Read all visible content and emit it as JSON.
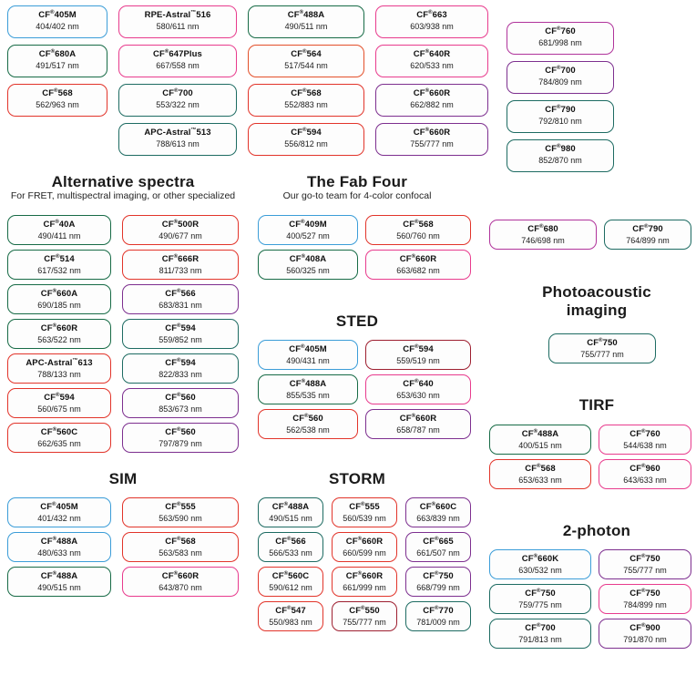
{
  "meta": {
    "trademark": "™",
    "registered": "®"
  },
  "sections": [
    {
      "id": "top-left",
      "title": "",
      "subtitle": "",
      "columns": 2,
      "chips": [
        {
          "name": "CF",
          "sup": "®",
          "suffix": "405M",
          "wl": "404/402 nm",
          "color": "blue"
        },
        {
          "name": "RPE-Astral",
          "sup": "™",
          "suffix": "516",
          "wl": "580/611 nm",
          "color": "pink"
        },
        {
          "name": "CF",
          "sup": "®",
          "suffix": "680A",
          "wl": "491/517 nm",
          "color": "green"
        },
        {
          "name": "CF",
          "sup": "®",
          "suffix": "647Plus",
          "wl": "667/558 nm",
          "color": "pink"
        },
        {
          "name": "CF",
          "sup": "®",
          "suffix": "568",
          "wl": "562/963 nm",
          "color": "red"
        },
        {
          "name": "CF",
          "sup": "®",
          "suffix": "700",
          "wl": "553/322 nm",
          "color": "teal"
        },
        {
          "name": "",
          "sup": "",
          "suffix": "",
          "wl": "",
          "color": "none"
        },
        {
          "name": "APC-Astral",
          "sup": "™",
          "suffix": "513",
          "wl": "788/613 nm",
          "color": "teal"
        }
      ]
    },
    {
      "id": "top-mid",
      "columns": 2,
      "chips": [
        {
          "name": "CF",
          "sup": "®",
          "suffix": "488A",
          "wl": "490/511 nm",
          "color": "green"
        },
        {
          "name": "CF",
          "sup": "®",
          "suffix": "663",
          "wl": "603/938 nm",
          "color": "pink"
        },
        {
          "name": "CF",
          "sup": "®",
          "suffix": "564",
          "wl": "517/544 nm",
          "color": "orange"
        },
        {
          "name": "CF",
          "sup": "®",
          "suffix": "640R",
          "wl": "620/533 nm",
          "color": "pink"
        },
        {
          "name": "CF",
          "sup": "®",
          "suffix": "568",
          "wl": "552/883 nm",
          "color": "red"
        },
        {
          "name": "CF",
          "sup": "®",
          "suffix": "660R",
          "wl": "662/882 nm",
          "color": "purple"
        },
        {
          "name": "CF",
          "sup": "®",
          "suffix": "594",
          "wl": "556/812 nm",
          "color": "red"
        },
        {
          "name": "CF",
          "sup": "®",
          "suffix": "660R",
          "wl": "755/777 nm",
          "color": "purple"
        }
      ]
    },
    {
      "id": "top-right",
      "columns": 1,
      "chips": [
        {
          "name": "CF",
          "sup": "®",
          "suffix": "760",
          "wl": "681/998 nm",
          "color": "magenta"
        },
        {
          "name": "CF",
          "sup": "®",
          "suffix": "700",
          "wl": "784/809 nm",
          "color": "purple"
        },
        {
          "name": "CF",
          "sup": "®",
          "suffix": "790",
          "wl": "792/810 nm",
          "color": "teal"
        },
        {
          "name": "CF",
          "sup": "®",
          "suffix": "980",
          "wl": "852/870 nm",
          "color": "teal"
        }
      ]
    },
    {
      "id": "alternative-spectra",
      "title": "Alternative spectra",
      "subtitle": "For FRET, multispectral imaging, or other specialized",
      "columns": 2,
      "chips": [
        {
          "name": "CF",
          "sup": "®",
          "suffix": "40A",
          "wl": "490/411 nm",
          "color": "green"
        },
        {
          "name": "CF",
          "sup": "®",
          "suffix": "500R",
          "wl": "490/677 nm",
          "color": "red"
        },
        {
          "name": "CF",
          "sup": "®",
          "suffix": "514",
          "wl": "617/532 nm",
          "color": "green"
        },
        {
          "name": "CF",
          "sup": "®",
          "suffix": "666R",
          "wl": "811/733 nm",
          "color": "red"
        },
        {
          "name": "CF",
          "sup": "®",
          "suffix": "660A",
          "wl": "690/185 nm",
          "color": "green"
        },
        {
          "name": "CF",
          "sup": "®",
          "suffix": "566",
          "wl": "683/831 nm",
          "color": "purple"
        },
        {
          "name": "CF",
          "sup": "®",
          "suffix": "660R",
          "wl": "563/522 nm",
          "color": "green"
        },
        {
          "name": "CF",
          "sup": "®",
          "suffix": "594",
          "wl": "559/852 nm",
          "color": "teal"
        },
        {
          "name": "APC-Astral",
          "sup": "™",
          "suffix": "613",
          "wl": "788/133 nm",
          "color": "red"
        },
        {
          "name": "CF",
          "sup": "®",
          "suffix": "594",
          "wl": "822/833 nm",
          "color": "teal"
        },
        {
          "name": "CF",
          "sup": "®",
          "suffix": "594",
          "wl": "560/675 nm",
          "color": "red"
        },
        {
          "name": "CF",
          "sup": "®",
          "suffix": "560",
          "wl": "853/673 nm",
          "color": "purple"
        },
        {
          "name": "CF",
          "sup": "®",
          "suffix": "560C",
          "wl": "662/635 nm",
          "color": "red"
        },
        {
          "name": "CF",
          "sup": "®",
          "suffix": "560",
          "wl": "797/879 nm",
          "color": "purple"
        }
      ]
    },
    {
      "id": "fab-four",
      "title": "The Fab Four",
      "subtitle": "Our go-to team for 4-color confocal",
      "columns": 2,
      "chips": [
        {
          "name": "CF",
          "sup": "®",
          "suffix": "409M",
          "wl": "400/527 nm",
          "color": "blue"
        },
        {
          "name": "CF",
          "sup": "®",
          "suffix": "568",
          "wl": "560/760 nm",
          "color": "red"
        },
        {
          "name": "CF",
          "sup": "®",
          "suffix": "408A",
          "wl": "560/325 nm",
          "color": "green"
        },
        {
          "name": "CF",
          "sup": "®",
          "suffix": "660R",
          "wl": "663/682 nm",
          "color": "pink"
        }
      ]
    },
    {
      "id": "sted",
      "title": "STED",
      "subtitle": "",
      "columns": 2,
      "chips": [
        {
          "name": "CF",
          "sup": "®",
          "suffix": "405M",
          "wl": "490/431 nm",
          "color": "blue"
        },
        {
          "name": "CF",
          "sup": "®",
          "suffix": "594",
          "wl": "559/519 nm",
          "color": "darkred"
        },
        {
          "name": "CF",
          "sup": "®",
          "suffix": "488A",
          "wl": "855/535 nm",
          "color": "green"
        },
        {
          "name": "CF",
          "sup": "®",
          "suffix": "640",
          "wl": "653/630 nm",
          "color": "pink"
        },
        {
          "name": "CF",
          "sup": "®",
          "suffix": "560",
          "wl": "562/538 nm",
          "color": "red"
        },
        {
          "name": "CF",
          "sup": "®",
          "suffix": "660R",
          "wl": "658/787 nm",
          "color": "purple"
        }
      ]
    },
    {
      "id": "sim",
      "title": "SIM",
      "subtitle": "",
      "columns": 2,
      "chips": [
        {
          "name": "CF",
          "sup": "®",
          "suffix": "405M",
          "wl": "401/432 nm",
          "color": "blue"
        },
        {
          "name": "CF",
          "sup": "®",
          "suffix": "555",
          "wl": "563/590 nm",
          "color": "red"
        },
        {
          "name": "CF",
          "sup": "®",
          "suffix": "488A",
          "wl": "480/633 nm",
          "color": "blue"
        },
        {
          "name": "CF",
          "sup": "®",
          "suffix": "568",
          "wl": "563/583 nm",
          "color": "red"
        },
        {
          "name": "CF",
          "sup": "®",
          "suffix": "488A",
          "wl": "490/515 nm",
          "color": "green"
        },
        {
          "name": "CF",
          "sup": "®",
          "suffix": "660R",
          "wl": "643/870 nm",
          "color": "pink"
        }
      ]
    },
    {
      "id": "storm",
      "title": "STORM",
      "subtitle": "",
      "columns": 3,
      "chips": [
        {
          "name": "CF",
          "sup": "®",
          "suffix": "488A",
          "wl": "490/515 nm",
          "color": "teal"
        },
        {
          "name": "CF",
          "sup": "®",
          "suffix": "555",
          "wl": "560/539 nm",
          "color": "red"
        },
        {
          "name": "CF",
          "sup": "®",
          "suffix": "660C",
          "wl": "663/839 nm",
          "color": "purple"
        },
        {
          "name": "CF",
          "sup": "®",
          "suffix": "566",
          "wl": "566/533 nm",
          "color": "teal"
        },
        {
          "name": "CF",
          "sup": "®",
          "suffix": "660R",
          "wl": "660/599 nm",
          "color": "red"
        },
        {
          "name": "CF",
          "sup": "®",
          "suffix": "665",
          "wl": "661/507 nm",
          "color": "purple"
        },
        {
          "name": "CF",
          "sup": "®",
          "suffix": "560C",
          "wl": "590/612 nm",
          "color": "red"
        },
        {
          "name": "CF",
          "sup": "®",
          "suffix": "660R",
          "wl": "661/999 nm",
          "color": "red"
        },
        {
          "name": "CF",
          "sup": "®",
          "suffix": "750",
          "wl": "668/799 nm",
          "color": "purple"
        },
        {
          "name": "CF",
          "sup": "®",
          "suffix": "547",
          "wl": "550/983 nm",
          "color": "red"
        },
        {
          "name": "CF",
          "sup": "®",
          "suffix": "550",
          "wl": "755/777 nm",
          "color": "darkred"
        },
        {
          "name": "CF",
          "sup": "®",
          "suffix": "770",
          "wl": "781/009 nm",
          "color": "teal"
        }
      ]
    },
    {
      "id": "right-pair",
      "columns": 2,
      "chips": [
        {
          "name": "CF",
          "sup": "®",
          "suffix": "680",
          "wl": "746/698 nm",
          "color": "magenta"
        },
        {
          "name": "CF",
          "sup": "®",
          "suffix": "790",
          "wl": "764/899 nm",
          "color": "teal"
        }
      ]
    },
    {
      "id": "photoacoustic",
      "title": "Photoacoustic imaging",
      "title_line1": "Photoacoustic",
      "title_line2": "imaging",
      "subtitle": "",
      "columns": 1,
      "chips": [
        {
          "name": "CF",
          "sup": "®",
          "suffix": "750",
          "wl": "755/777 nm",
          "color": "teal"
        }
      ]
    },
    {
      "id": "tirf",
      "title": "TIRF",
      "subtitle": "",
      "columns": 2,
      "chips": [
        {
          "name": "CF",
          "sup": "®",
          "suffix": "488A",
          "wl": "400/515 nm",
          "color": "green"
        },
        {
          "name": "CF",
          "sup": "®",
          "suffix": "760",
          "wl": "544/638 nm",
          "color": "pink"
        },
        {
          "name": "CF",
          "sup": "®",
          "suffix": "568",
          "wl": "653/633 nm",
          "color": "red"
        },
        {
          "name": "CF",
          "sup": "®",
          "suffix": "960",
          "wl": "643/633 nm",
          "color": "pink"
        }
      ]
    },
    {
      "id": "two-photon",
      "title": "2-photon",
      "subtitle": "",
      "columns": 2,
      "chips": [
        {
          "name": "CF",
          "sup": "®",
          "suffix": "660K",
          "wl": "630/532 nm",
          "color": "blue"
        },
        {
          "name": "CF",
          "sup": "®",
          "suffix": "750",
          "wl": "755/777 nm",
          "color": "purple"
        },
        {
          "name": "CF",
          "sup": "®",
          "suffix": "750",
          "wl": "759/775 nm",
          "color": "teal"
        },
        {
          "name": "CF",
          "sup": "®",
          "suffix": "750",
          "wl": "784/899 nm",
          "color": "pink"
        },
        {
          "name": "CF",
          "sup": "®",
          "suffix": "700",
          "wl": "791/813 nm",
          "color": "teal"
        },
        {
          "name": "CF",
          "sup": "®",
          "suffix": "900",
          "wl": "791/870 nm",
          "color": "purple"
        }
      ]
    }
  ],
  "colors": {
    "blue": "#3b9dd8",
    "green": "#176b46",
    "red": "#e2342a",
    "pink": "#e83b8d",
    "purple": "#7d2f8f",
    "teal": "#1d6b62",
    "magenta": "#b0339b",
    "orange": "#e3502a",
    "darkred": "#9e1f30",
    "background": "#ffffff",
    "text": "#1a1a1a"
  }
}
